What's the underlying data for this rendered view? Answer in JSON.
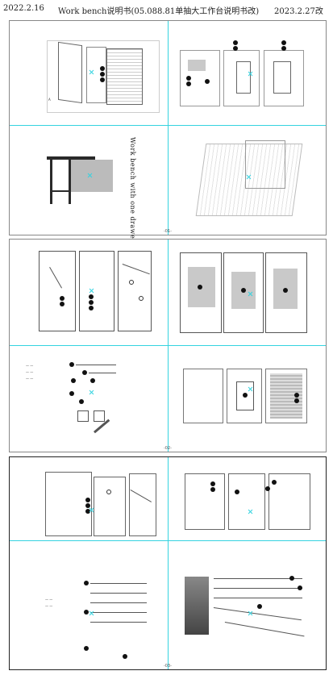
{
  "header": {
    "left_date": "2022.2.16",
    "title": "Work bench说明书(05.088.81单抽大工作台说明书改)",
    "right_date": "2023.2.27改"
  },
  "sheets": [
    {
      "page_label": "-01-",
      "panels": [
        {
          "label": "step-diagram-1"
        },
        {
          "label": "step-diagram-2"
        },
        {
          "label": "cover-panel",
          "vertical_title": "Work bench with one drawer"
        },
        {
          "label": "product-view"
        }
      ]
    },
    {
      "page_label": "-02-",
      "panels": [
        {
          "label": "step-diagram-3"
        },
        {
          "label": "step-diagram-4"
        },
        {
          "label": "parts-list"
        },
        {
          "label": "step-diagram-5"
        }
      ]
    },
    {
      "page_label": "-03-",
      "panels": [
        {
          "label": "step-diagram-6"
        },
        {
          "label": "step-diagram-7"
        },
        {
          "label": "hardware-list"
        },
        {
          "label": "panels-list"
        }
      ]
    }
  ],
  "colors": {
    "guide": "#35d3e0",
    "ink": "#111111"
  }
}
